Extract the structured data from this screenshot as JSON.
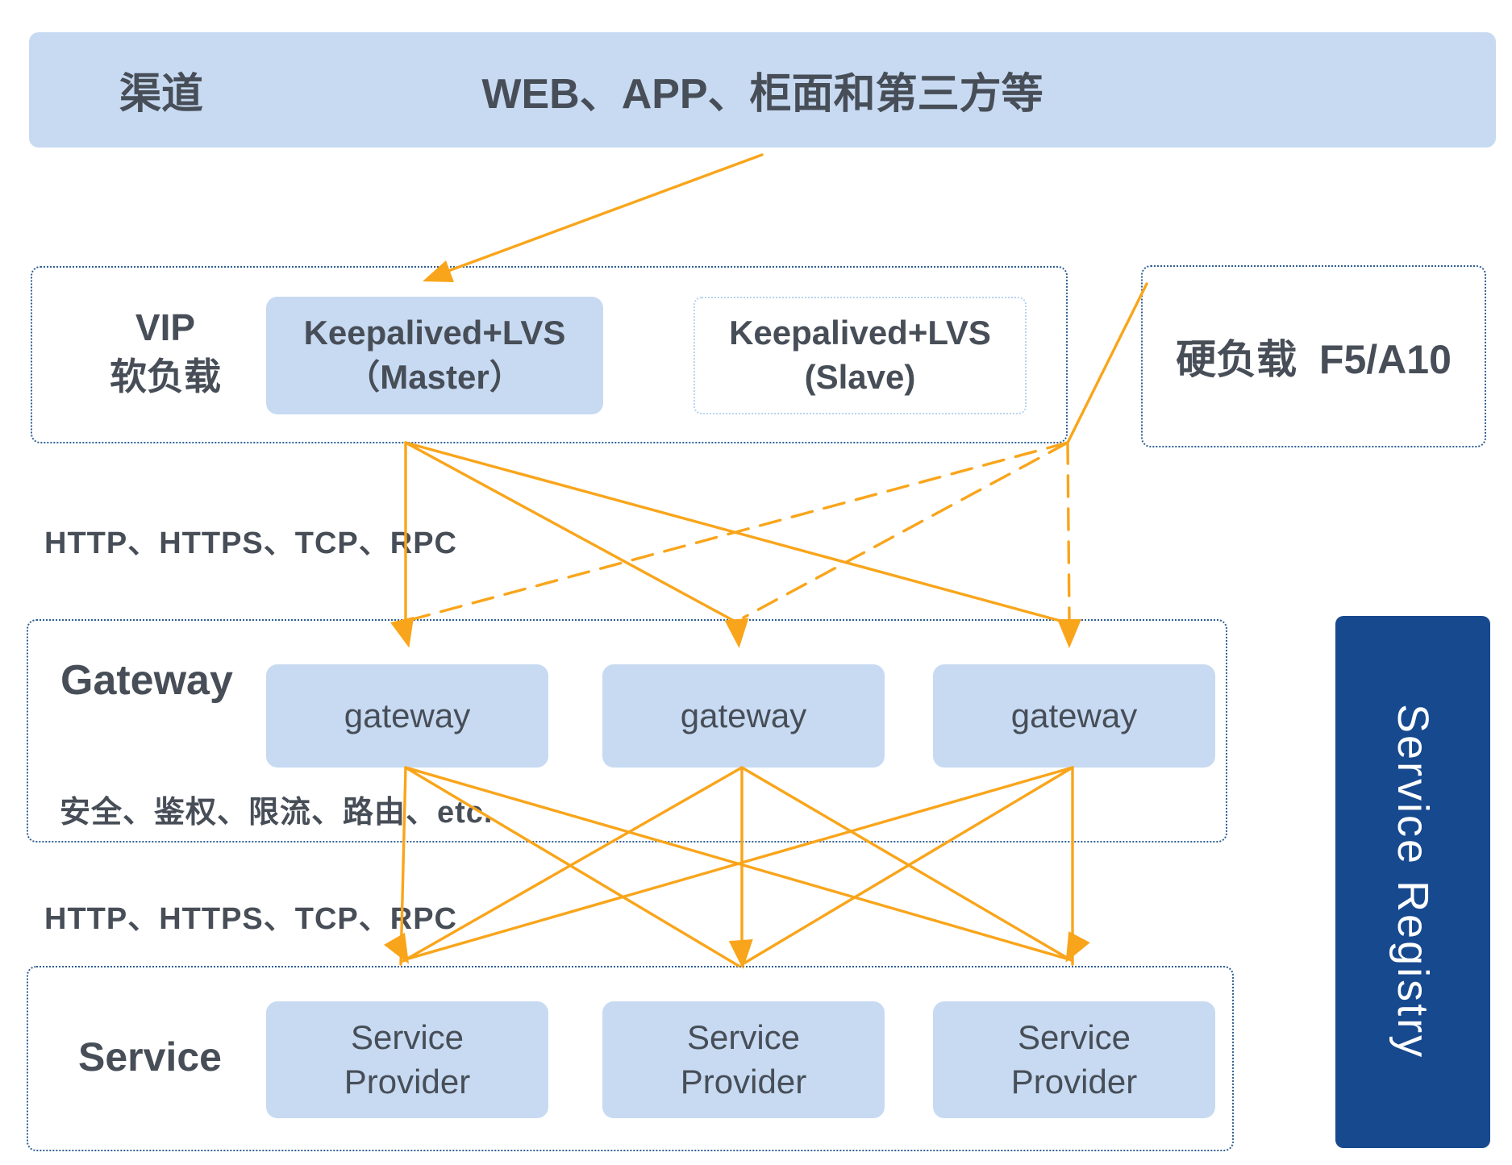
{
  "colors": {
    "panel-blue": "#C7DAF2",
    "navy": "#17498F",
    "outline-navy": "#2E5E93",
    "outline-light": "#B7D3EE",
    "ink": "#474E57",
    "orange": "#F9A51B",
    "bg": "#FFFFFF"
  },
  "top_bar": {
    "label": "渠道",
    "content": "WEB、APP、柜面和第三方等"
  },
  "vip": {
    "side_label": "VIP\n软负载",
    "master": "Keepalived+LVS\n（Master）",
    "slave": "Keepalived+LVS\n(Slave)"
  },
  "hard_lb": {
    "label": "硬负载  F5/A10"
  },
  "labels": {
    "vip_to_gateway_protocols": "HTTP、HTTPS、TCP、RPC",
    "gateway_capabilities": "安全、鉴权、限流、路由、etc.",
    "gateway_to_service_protocols": "HTTP、HTTPS、TCP、RPC"
  },
  "gateway": {
    "label": "Gateway",
    "nodes": [
      "gateway",
      "gateway",
      "gateway"
    ]
  },
  "service": {
    "label": "Service",
    "nodes": [
      "Service\nProvider",
      "Service\nProvider",
      "Service\nProvider"
    ]
  },
  "registry": {
    "label": "Service Registry"
  }
}
